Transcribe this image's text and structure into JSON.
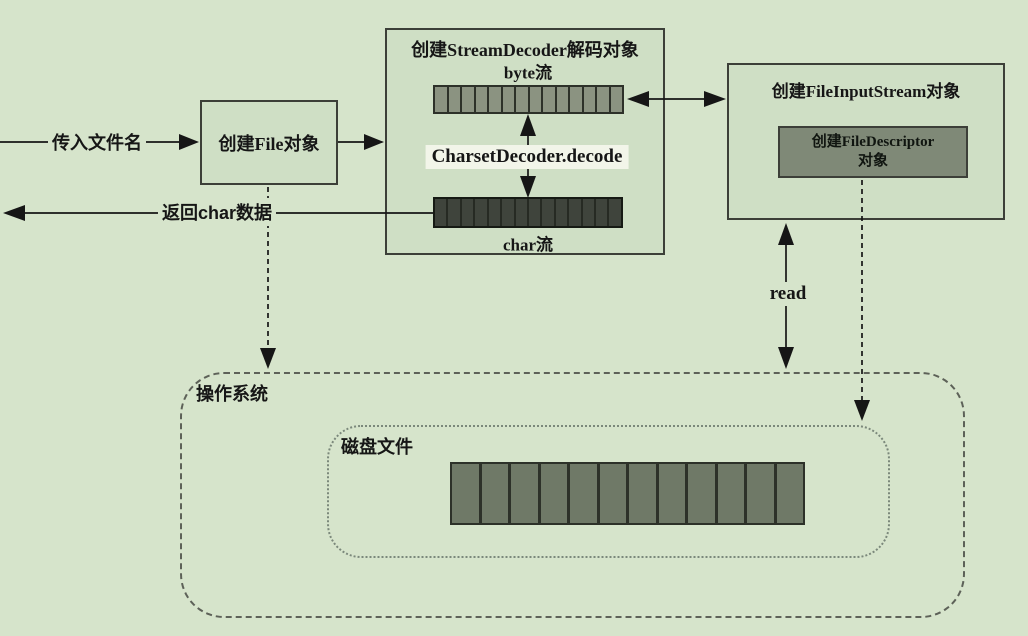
{
  "colors": {
    "background": "#d6e4cb",
    "box_fill": "#cfdfc5",
    "byte_bar": "#8b9381",
    "char_bar": "#3f443c",
    "fd_fill": "#7f8977",
    "disk_bar": "#6f7967",
    "ink": "#161616",
    "highlight": "#f2f5e9"
  },
  "flow": {
    "input_label": "传入文件名",
    "return_label": "返回char数据",
    "read_label": "read"
  },
  "file_box": {
    "title": "创建File对象"
  },
  "decoder_box": {
    "title": "创建StreamDecoder解码对象",
    "byte_stream_label": "byte流",
    "decode_method_label": "CharsetDecoder.decode",
    "char_stream_label": "char流",
    "byte_bar_segments": 14,
    "char_bar_segments": 14
  },
  "fis_box": {
    "title": "创建FileInputStream对象",
    "fd_box": {
      "line1": "创建FileDescriptor",
      "line2": "对象"
    }
  },
  "os_box": {
    "title": "操作系统"
  },
  "disk_box": {
    "title": "磁盘文件",
    "bar_segments": 12
  }
}
